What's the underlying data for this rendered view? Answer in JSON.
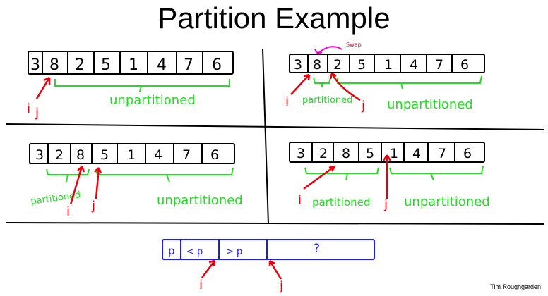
{
  "title": "Partition Example",
  "credit": "Tim Roughgarden",
  "colors": {
    "ink": "#000000",
    "red": "#e8000b",
    "green": "#22dd22",
    "blue": "#1a1aff",
    "magenta": "#ff00cc"
  },
  "panels": [
    {
      "id": "top-left",
      "cells": [
        "3",
        "8",
        "2",
        "5",
        "1",
        "4",
        "7",
        "6"
      ],
      "labels": {
        "unpartitioned": "unpartitioned",
        "i": "i",
        "j": "j"
      }
    },
    {
      "id": "top-right",
      "cells": [
        "3",
        "8",
        "2",
        "5",
        "1",
        "4",
        "7",
        "6"
      ],
      "labels": {
        "partitioned": "partitioned",
        "unpartitioned": "unpartitioned",
        "i": "i",
        "j": "j",
        "swap": "Swap"
      }
    },
    {
      "id": "bottom-left",
      "cells": [
        "3",
        "2",
        "8",
        "5",
        "1",
        "4",
        "7",
        "6"
      ],
      "labels": {
        "partitioned": "partitioned",
        "unpartitioned": "unpartitioned",
        "i": "i",
        "j": "j"
      }
    },
    {
      "id": "bottom-right",
      "cells": [
        "3",
        "2",
        "8",
        "5",
        "1",
        "4",
        "7",
        "6"
      ],
      "labels": {
        "partitioned": "partitioned",
        "unpartitioned": "unpartitioned",
        "i": "i",
        "j": "j"
      }
    }
  ],
  "invariant": {
    "cells": [
      "p",
      "< p",
      "> p",
      "?"
    ],
    "labels": {
      "i": "i",
      "j": "j"
    }
  }
}
